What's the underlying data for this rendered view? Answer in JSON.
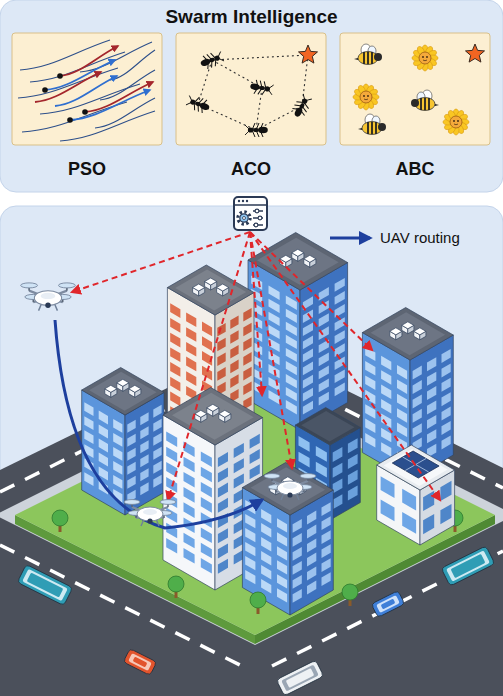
{
  "diagram": {
    "nodes": [
      {
        "text": [
          "Swarm Intelligence"
        ]
      },
      {
        "text": [
          "PSO"
        ],
        "in": 0
      },
      {
        "text": [
          "ACO"
        ],
        "in": 0
      },
      {
        "text": [
          "ABC"
        ],
        "in": 0
      }
    ],
    "legend": [
      {
        "text": "UAV routing"
      }
    ]
  }
}
